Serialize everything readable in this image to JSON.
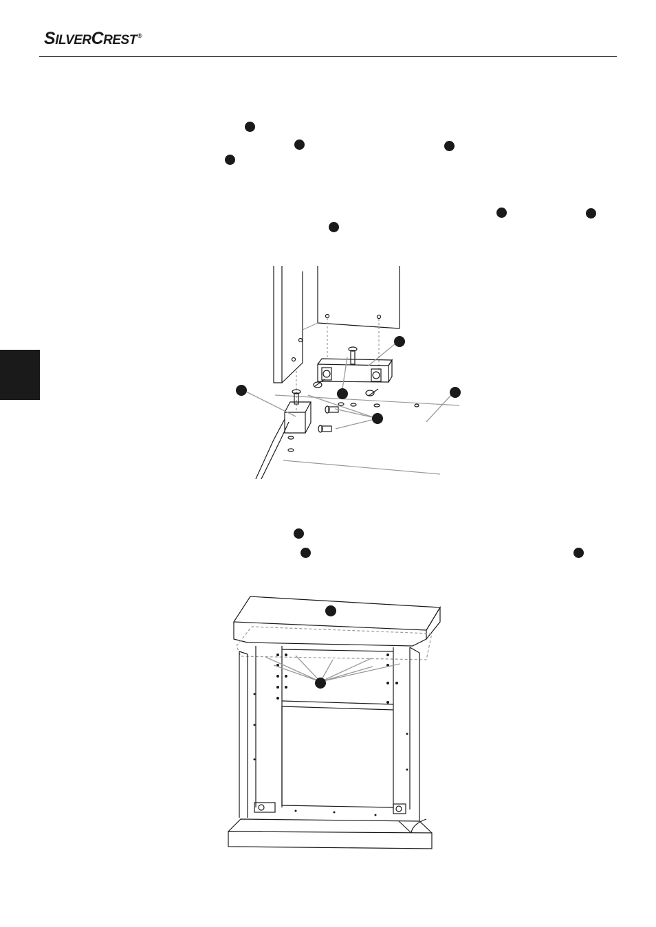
{
  "brand": {
    "logo_text": "SilverCrest",
    "trademark": "®"
  },
  "colors": {
    "ink": "#1a1a1a",
    "paper": "#ffffff",
    "line_gray": "#9a9a9a"
  },
  "side_tab": {
    "present": true
  },
  "text_callouts": {
    "count": 10
  },
  "figures": [
    {
      "id": "mounting-bracket-assembly",
      "callouts": 5
    },
    {
      "id": "mantel-top-assembly",
      "callouts": 2
    }
  ]
}
